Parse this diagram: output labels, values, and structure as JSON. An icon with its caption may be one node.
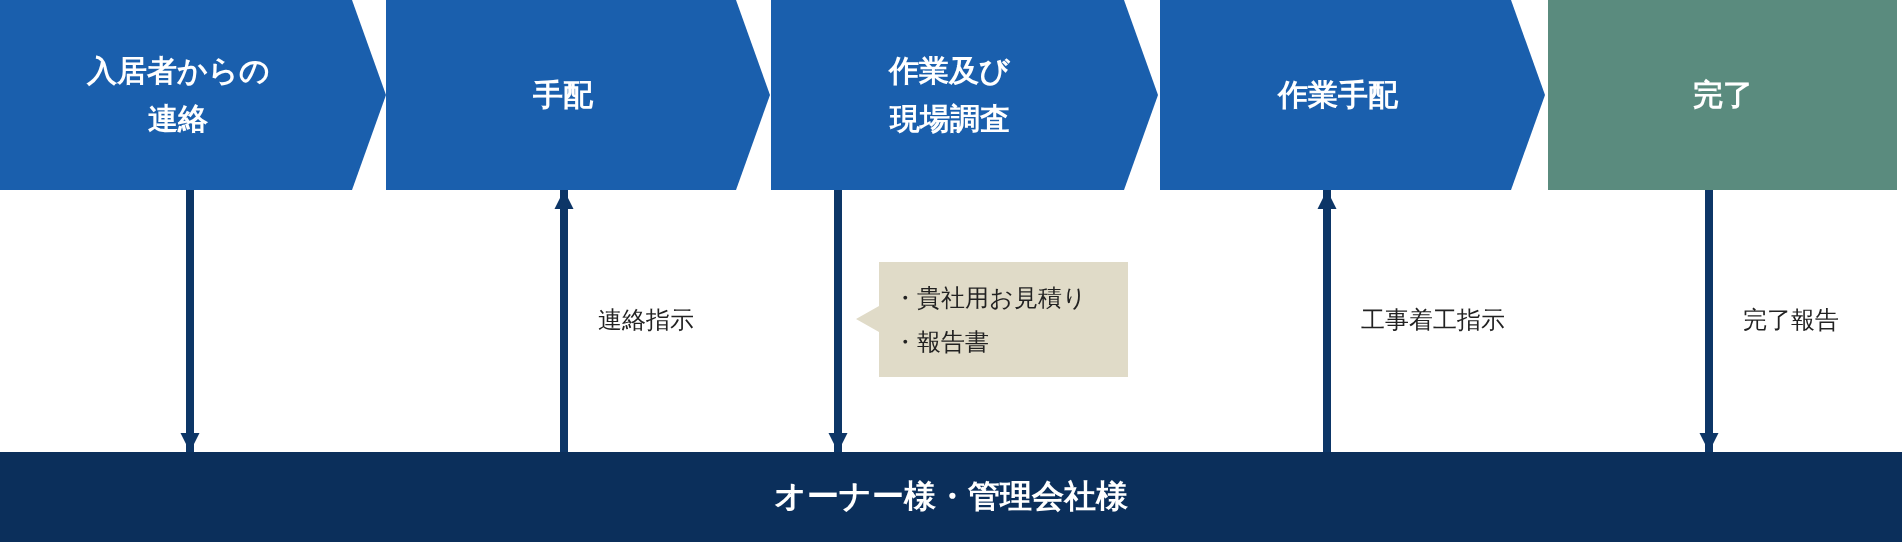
{
  "diagram": {
    "nodes": [
      {
        "text": [
          "入居者からの連絡"
        ]
      },
      {
        "text": [
          "手配"
        ]
      },
      {
        "text": [
          "作業及び現場調査"
        ]
      },
      {
        "text": [
          "作業手配"
        ]
      },
      {
        "text": [
          "完了"
        ]
      },
      {
        "text": [
          "・貴社用お見積り",
          "・報告書"
        ]
      },
      {
        "text": [
          "オーナー様・管理会社様"
        ]
      }
    ],
    "edges": [
      {
        "from": 0,
        "to": 6,
        "arrow": "to"
      },
      {
        "from": 6,
        "to": 1,
        "arrow": "to",
        "label": "連絡指示"
      },
      {
        "from": 2,
        "to": 6,
        "arrow": "to"
      },
      {
        "from": 6,
        "to": 3,
        "arrow": "to",
        "label": "工事着工指示"
      },
      {
        "from": 4,
        "to": 6,
        "arrow": "to",
        "label": "完了報告"
      }
    ]
  }
}
